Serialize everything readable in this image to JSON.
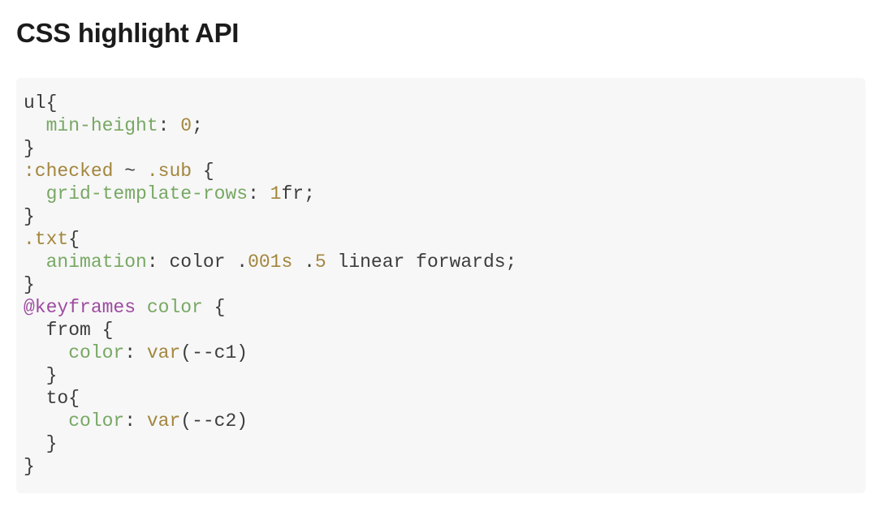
{
  "page": {
    "title": "CSS highlight API",
    "background_color": "#ffffff",
    "title_color": "#1b1b1b"
  },
  "code_block": {
    "language": "css",
    "background_color": "#f7f7f7",
    "colors": {
      "default": "#3d3d3d",
      "green": "#78a864",
      "amber": "#a3863e",
      "purple": "#9d4ba0"
    },
    "lines": [
      {
        "tokens": [
          [
            "ul{",
            "default"
          ]
        ]
      },
      {
        "tokens": [
          [
            "  ",
            "default"
          ],
          [
            "min-height",
            "green"
          ],
          [
            ": ",
            "default"
          ],
          [
            "0",
            "amber"
          ],
          [
            ";",
            "default"
          ]
        ]
      },
      {
        "tokens": [
          [
            "}",
            "default"
          ]
        ]
      },
      {
        "tokens": [
          [
            ":checked",
            "amber"
          ],
          [
            " ~ ",
            "default"
          ],
          [
            ".sub",
            "amber"
          ],
          [
            " {",
            "default"
          ]
        ]
      },
      {
        "tokens": [
          [
            "  ",
            "default"
          ],
          [
            "grid-template-rows",
            "green"
          ],
          [
            ": ",
            "default"
          ],
          [
            "1",
            "amber"
          ],
          [
            "fr;",
            "default"
          ]
        ]
      },
      {
        "tokens": [
          [
            "}",
            "default"
          ]
        ]
      },
      {
        "tokens": [
          [
            ".txt",
            "amber"
          ],
          [
            "{",
            "default"
          ]
        ]
      },
      {
        "tokens": [
          [
            "  ",
            "default"
          ],
          [
            "animation",
            "green"
          ],
          [
            ": color .",
            "default"
          ],
          [
            "001s",
            "amber"
          ],
          [
            " .",
            "default"
          ],
          [
            "5",
            "amber"
          ],
          [
            " linear forwards;",
            "default"
          ]
        ]
      },
      {
        "tokens": [
          [
            "}",
            "default"
          ]
        ]
      },
      {
        "tokens": [
          [
            "@keyframes",
            "purple"
          ],
          [
            " ",
            "default"
          ],
          [
            "color",
            "green"
          ],
          [
            " {",
            "default"
          ]
        ]
      },
      {
        "tokens": [
          [
            "  from {",
            "default"
          ]
        ]
      },
      {
        "tokens": [
          [
            "    ",
            "default"
          ],
          [
            "color",
            "green"
          ],
          [
            ": ",
            "default"
          ],
          [
            "var",
            "amber"
          ],
          [
            "(--c1)",
            "default"
          ]
        ]
      },
      {
        "tokens": [
          [
            "  }",
            "default"
          ]
        ]
      },
      {
        "tokens": [
          [
            "  to{",
            "default"
          ]
        ]
      },
      {
        "tokens": [
          [
            "    ",
            "default"
          ],
          [
            "color",
            "green"
          ],
          [
            ": ",
            "default"
          ],
          [
            "var",
            "amber"
          ],
          [
            "(--c2)",
            "default"
          ]
        ]
      },
      {
        "tokens": [
          [
            "  }",
            "default"
          ]
        ]
      },
      {
        "tokens": [
          [
            "}",
            "default"
          ]
        ]
      }
    ]
  }
}
